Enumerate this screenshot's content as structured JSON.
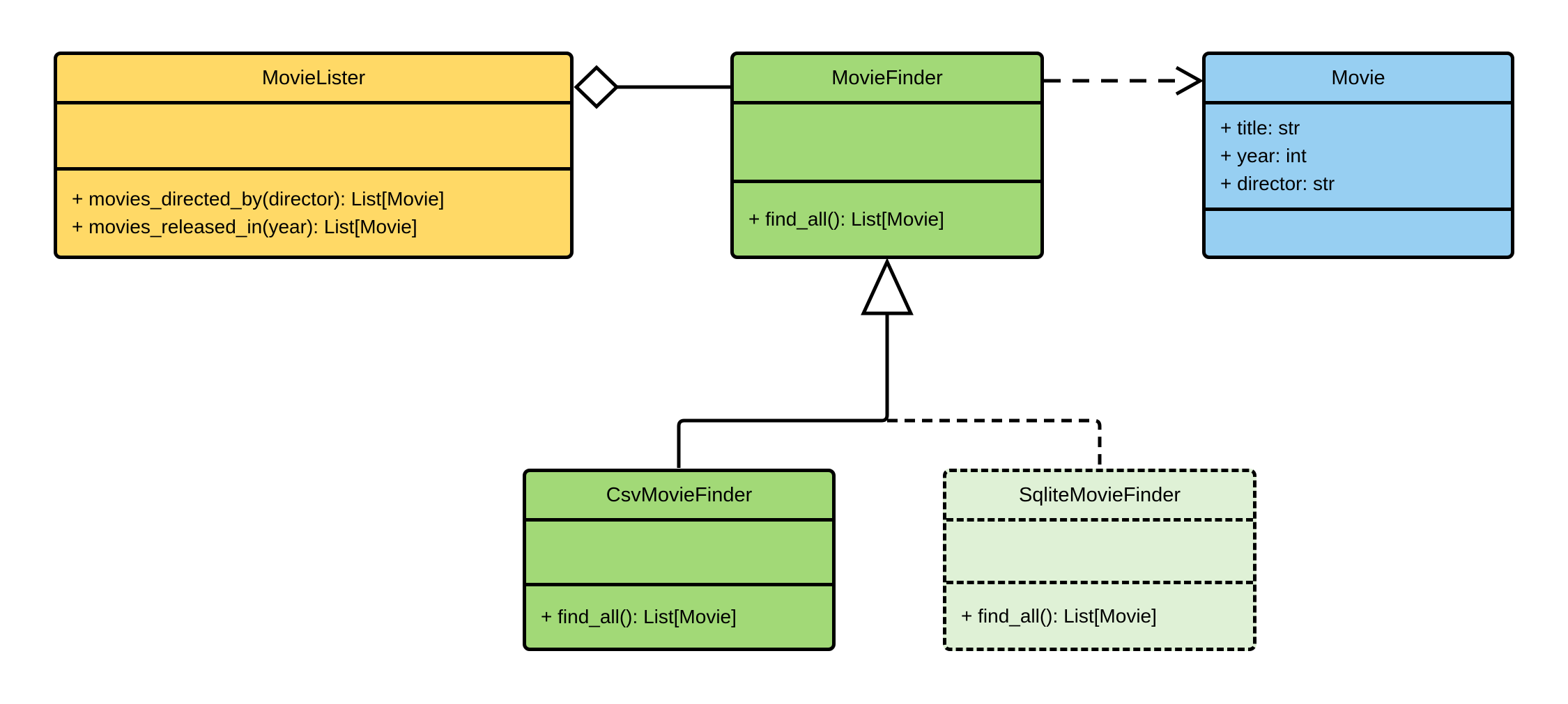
{
  "diagram": {
    "type": "uml-class-diagram",
    "background": "#ffffff",
    "line_color": "#000000",
    "classes": [
      {
        "name": "MovieLister",
        "fill": "#FFD966",
        "border": "solid",
        "attributes": [],
        "methods": [
          "+ movies_directed_by(director): List[Movie]",
          "+ movies_released_in(year): List[Movie]"
        ]
      },
      {
        "name": "MovieFinder",
        "fill": "#A2D977",
        "border": "solid",
        "attributes": [],
        "methods": [
          "+ find_all(): List[Movie]"
        ]
      },
      {
        "name": "Movie",
        "fill": "#97CFF2",
        "border": "solid",
        "attributes": [
          "+ title: str",
          "+ year: int",
          "+ director: str"
        ],
        "methods": []
      },
      {
        "name": "CsvMovieFinder",
        "fill": "#A2D977",
        "border": "solid",
        "attributes": [],
        "methods": [
          "+ find_all(): List[Movie]"
        ]
      },
      {
        "name": "SqliteMovieFinder",
        "fill": "#DFF1D6",
        "border": "dashed",
        "attributes": [],
        "methods": [
          "+ find_all(): List[Movie]"
        ]
      }
    ],
    "relationships": [
      {
        "type": "aggregation",
        "from": "MovieLister",
        "to": "MovieFinder",
        "style": "solid-line-hollow-diamond"
      },
      {
        "type": "dependency",
        "from": "MovieFinder",
        "to": "Movie",
        "style": "dashed-line-open-arrow"
      },
      {
        "type": "generalization",
        "from": "CsvMovieFinder",
        "to": "MovieFinder",
        "style": "solid-line-hollow-triangle"
      },
      {
        "type": "generalization",
        "from": "SqliteMovieFinder",
        "to": "MovieFinder",
        "style": "dashed-line-hollow-triangle"
      }
    ]
  }
}
